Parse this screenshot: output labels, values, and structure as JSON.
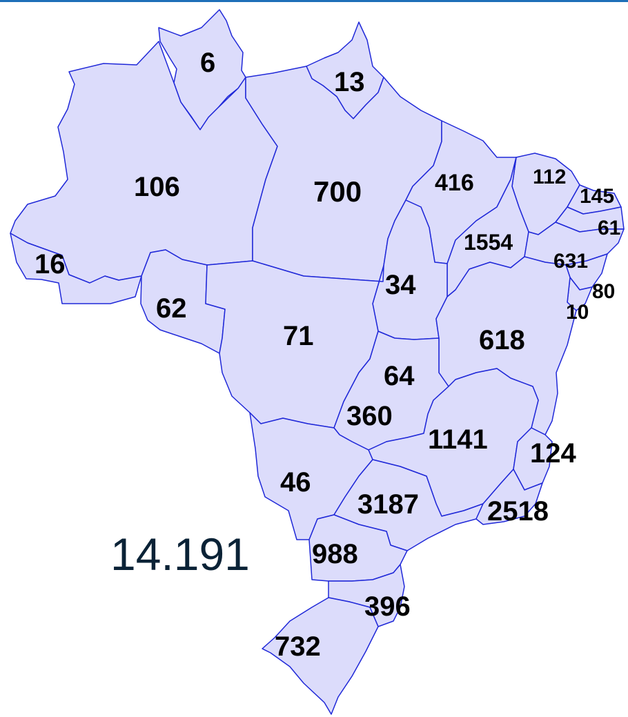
{
  "colors": {
    "state_fill": "#dcdcfb",
    "state_border": "#1f28d8",
    "label_text": "#000000",
    "total_text": "#0a2236",
    "top_rule": "#1e6fb8"
  },
  "total": "14.191",
  "states": [
    {
      "id": "rr",
      "value": "6"
    },
    {
      "id": "ap",
      "value": "13"
    },
    {
      "id": "am",
      "value": "106"
    },
    {
      "id": "pa",
      "value": "700"
    },
    {
      "id": "ma",
      "value": "416"
    },
    {
      "id": "ce",
      "value": "112"
    },
    {
      "id": "rn",
      "value": "145"
    },
    {
      "id": "pb",
      "value": "61"
    },
    {
      "id": "pi",
      "value": "1554"
    },
    {
      "id": "pe",
      "value": "631"
    },
    {
      "id": "al",
      "value": "80"
    },
    {
      "id": "se",
      "value": "10"
    },
    {
      "id": "ac",
      "value": "16"
    },
    {
      "id": "ro",
      "value": "62"
    },
    {
      "id": "to",
      "value": "34"
    },
    {
      "id": "mt",
      "value": "71"
    },
    {
      "id": "ba",
      "value": "618"
    },
    {
      "id": "df",
      "value": "64"
    },
    {
      "id": "go",
      "value": "360"
    },
    {
      "id": "mg",
      "value": "1141"
    },
    {
      "id": "es",
      "value": "124"
    },
    {
      "id": "ms",
      "value": "46"
    },
    {
      "id": "sp",
      "value": "3187"
    },
    {
      "id": "rj",
      "value": "2518"
    },
    {
      "id": "pr",
      "value": "988"
    },
    {
      "id": "sc",
      "value": "396"
    },
    {
      "id": "rs",
      "value": "732"
    }
  ]
}
